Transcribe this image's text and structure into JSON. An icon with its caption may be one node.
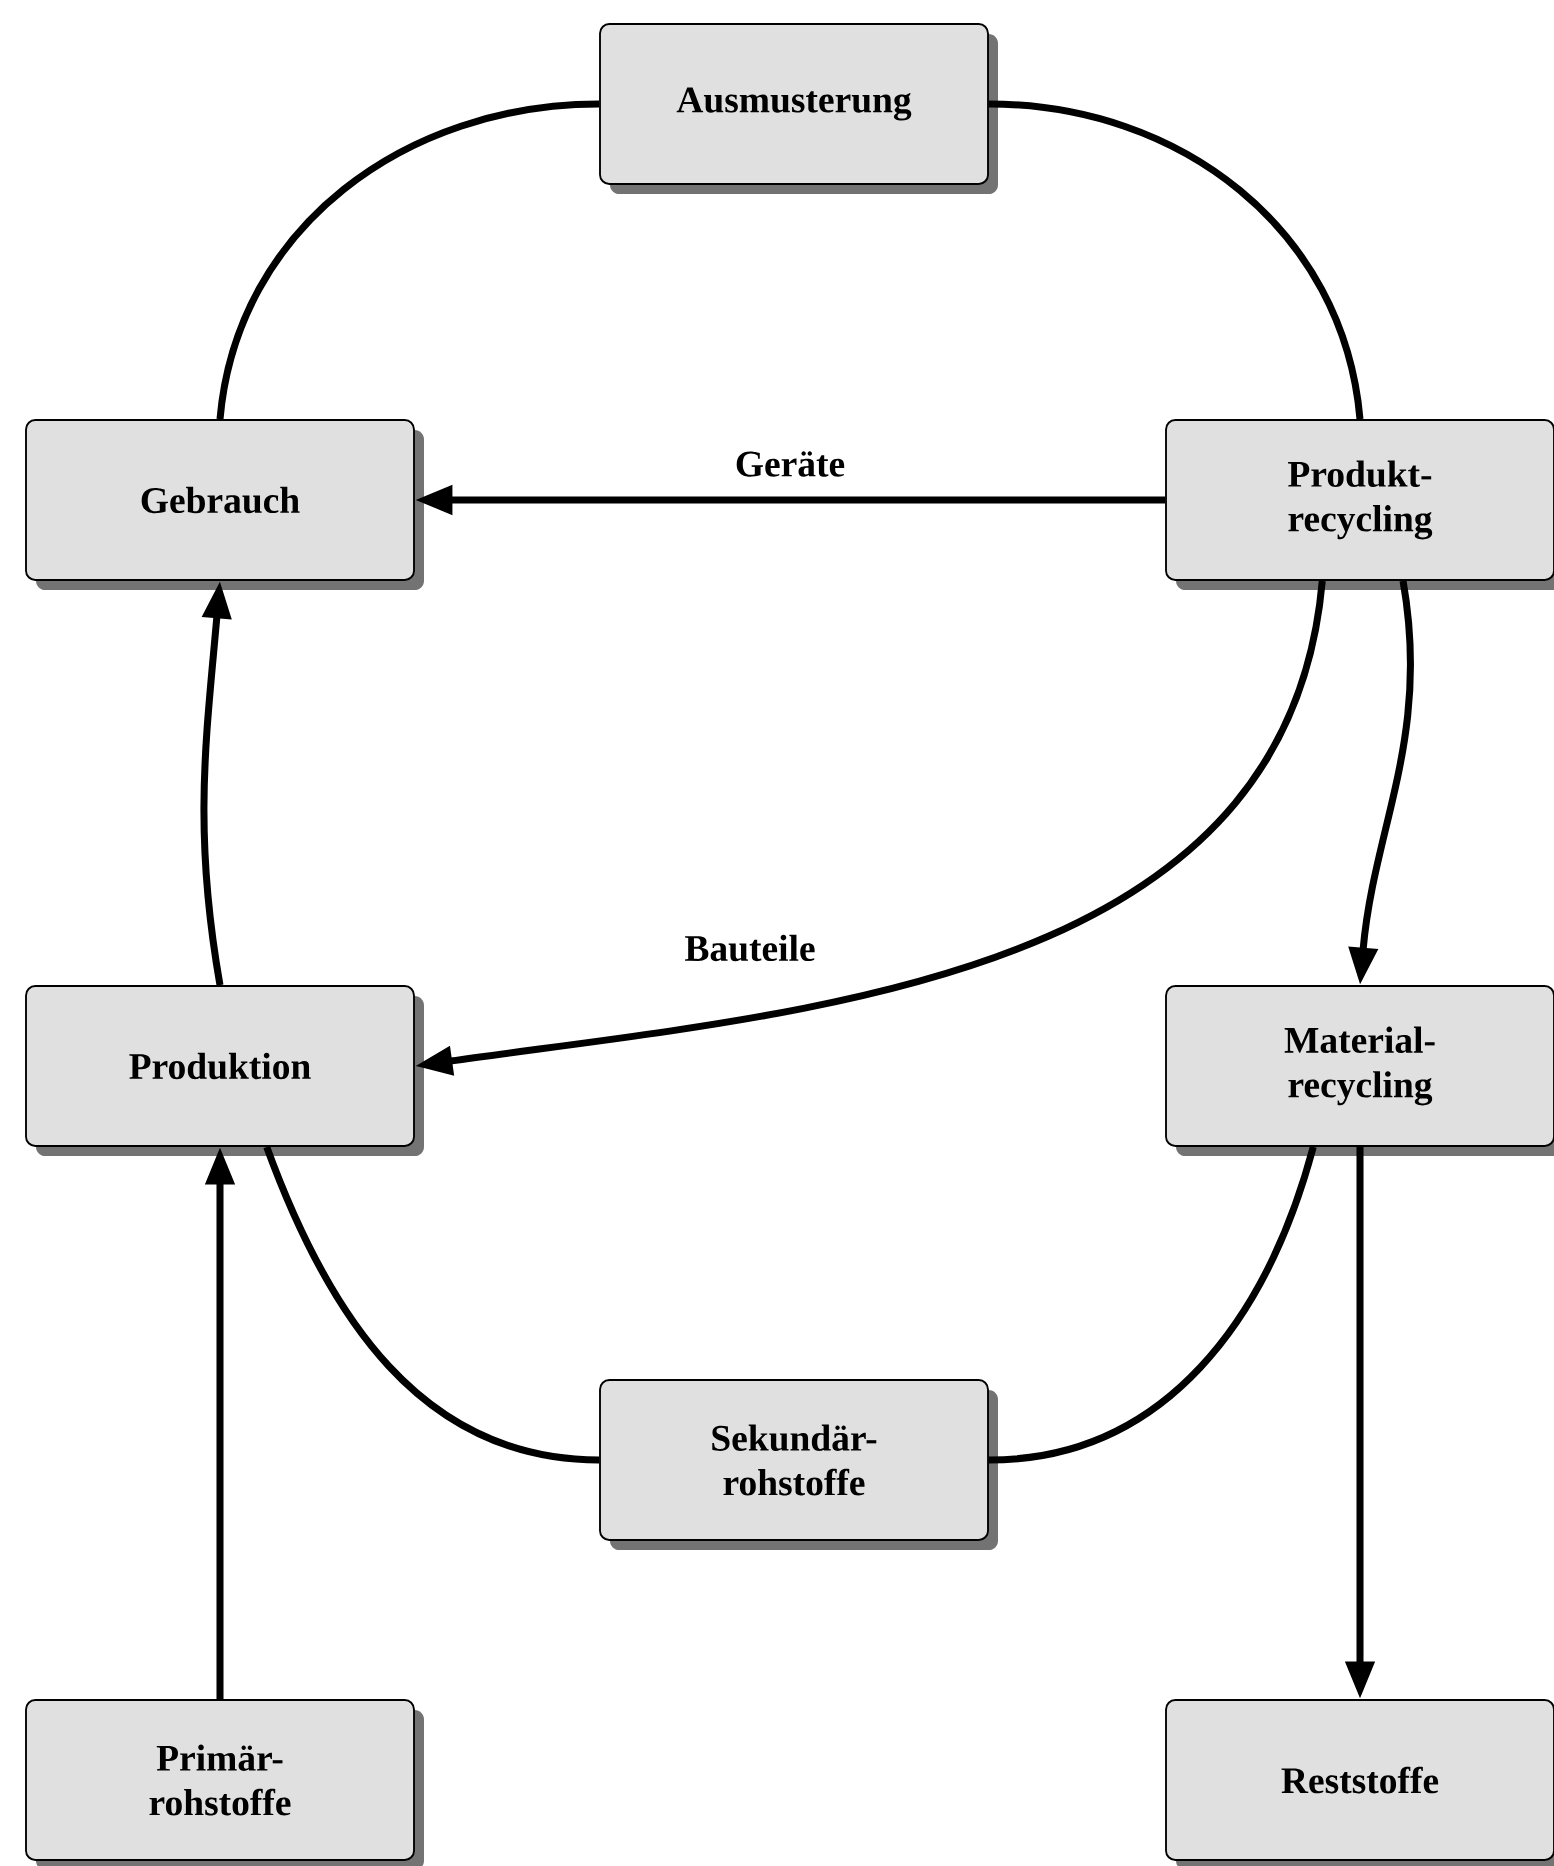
{
  "diagram": {
    "nodes": [
      {
        "text": [
          "Ausmusterung"
        ]
      },
      {
        "text": [
          "Gebrauch"
        ]
      },
      {
        "text": [
          "Produkt- recycling"
        ]
      },
      {
        "text": [
          "Produktion"
        ]
      },
      {
        "text": [
          "Material- recycling"
        ]
      },
      {
        "text": [
          "Sekundär- rohstoffe"
        ]
      },
      {
        "text": [
          "Primär- rohstoffe"
        ]
      },
      {
        "text": [
          "Reststoffe"
        ]
      }
    ],
    "edges": [
      {
        "from": 0,
        "to": 2,
        "arrow": "none"
      },
      {
        "from": 1,
        "to": 0,
        "arrow": "none"
      },
      {
        "from": 2,
        "to": 1,
        "arrow": "to",
        "label": "Geräte"
      },
      {
        "from": 2,
        "to": 3,
        "arrow": "to",
        "label": "Bauteile"
      },
      {
        "from": 2,
        "to": 4,
        "arrow": "to"
      },
      {
        "from": 3,
        "to": 1,
        "arrow": "to"
      },
      {
        "from": 3,
        "to": 5,
        "arrow": "none"
      },
      {
        "from": 5,
        "to": 4,
        "arrow": "none"
      },
      {
        "from": 4,
        "to": 7,
        "arrow": "to"
      },
      {
        "from": 6,
        "to": 3,
        "arrow": "to"
      }
    ]
  }
}
